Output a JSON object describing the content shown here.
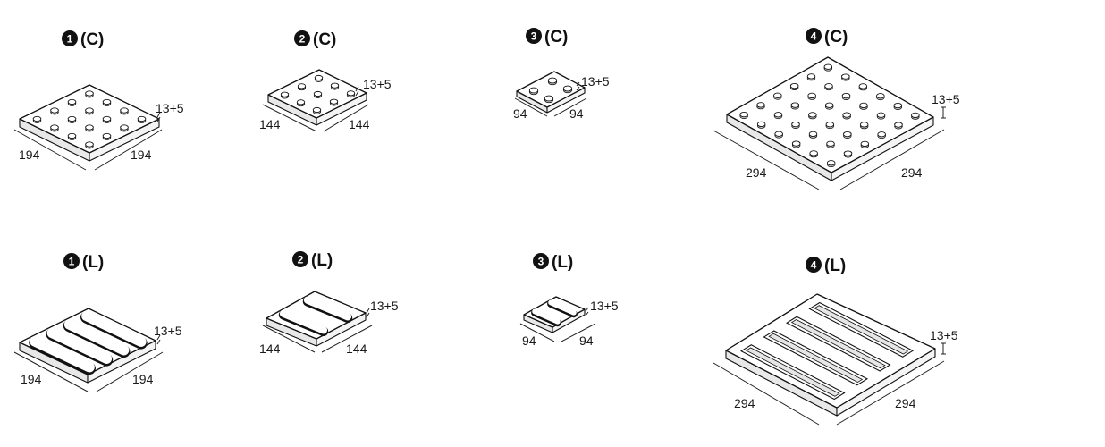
{
  "tiles": [
    {
      "number": "1",
      "suffix": "(C)",
      "type": "dots",
      "grid": 4,
      "thickness": "13+5",
      "width": "194",
      "depth": "194"
    },
    {
      "number": "2",
      "suffix": "(C)",
      "type": "dots",
      "grid": 3,
      "thickness": "13+5",
      "width": "144",
      "depth": "144"
    },
    {
      "number": "3",
      "suffix": "(C)",
      "type": "dots",
      "grid": 2,
      "thickness": "13+5",
      "width": "94",
      "depth": "94"
    },
    {
      "number": "4",
      "suffix": "(C)",
      "type": "dots",
      "grid": 6,
      "thickness": "13+5",
      "width": "294",
      "depth": "294"
    },
    {
      "number": "1",
      "suffix": "(L)",
      "type": "lines",
      "bars": 4,
      "thickness": "13+5",
      "width": "194",
      "depth": "194"
    },
    {
      "number": "2",
      "suffix": "(L)",
      "type": "lines",
      "bars": 2,
      "thickness": "13+5",
      "width": "144",
      "depth": "144"
    },
    {
      "number": "3",
      "suffix": "(L)",
      "type": "lines",
      "bars": 2,
      "thickness": "13+5",
      "width": "94",
      "depth": "94"
    },
    {
      "number": "4",
      "suffix": "(L)",
      "type": "lines",
      "bars": 4,
      "thickness": "13+5",
      "width": "294",
      "depth": "294"
    }
  ]
}
